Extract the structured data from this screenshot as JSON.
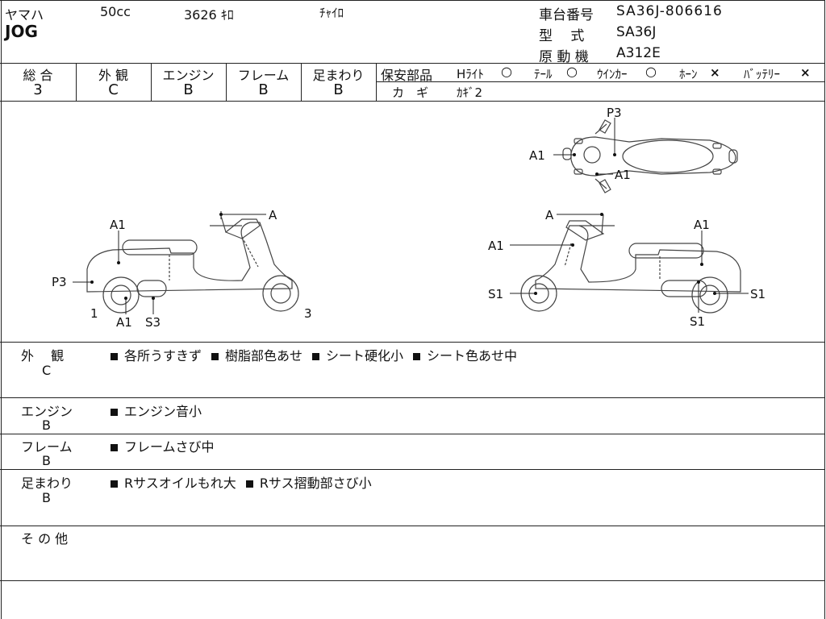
{
  "header": {
    "maker": "ヤマハ",
    "displacement": "50cc",
    "mileage": "3626 ｷﾛ",
    "color": "ﾁｬｲﾛ",
    "model": "JOG",
    "chassis_label": "車台番号",
    "chassis_value": "SA36J-806616",
    "type_label": "型　 式",
    "type_value": "SA36J",
    "engine_label": "原 動 機",
    "engine_value": "A312E"
  },
  "ratings": {
    "overall_label": "総 合",
    "overall_value": "3",
    "exterior_label": "外 観",
    "exterior_value": "C",
    "engine_label": "エンジン",
    "engine_value": "B",
    "frame_label": "フレーム",
    "frame_value": "B",
    "suspension_label": "足まわり",
    "suspension_value": "B"
  },
  "safety": {
    "label": "保安部品",
    "headlight_label": "Hﾗｲﾄ",
    "headlight_status": "○",
    "tail_label": "ﾃｰﾙ",
    "tail_status": "○",
    "winker_label": "ｳｲﾝｶｰ",
    "winker_status": "○",
    "horn_label": "ﾎｰﾝ",
    "horn_status": "×",
    "battery_label": "ﾊﾞｯﾃﾘｰ",
    "battery_status": "×",
    "key_label": "カ　ギ",
    "key_value": "ｶｷﾞ2"
  },
  "diagram": {
    "left_labels": [
      "A1",
      "P3",
      "1",
      "A1",
      "S3",
      "A",
      "3"
    ],
    "right_labels": [
      "A",
      "A1",
      "S1",
      "A1",
      "S1",
      "S1"
    ],
    "top_labels": [
      "P3",
      "A1",
      "A1"
    ]
  },
  "remarks": [
    {
      "category": "外　 観",
      "grade": "C",
      "items": [
        "各所うすきず",
        "樹脂部色あせ",
        "シート硬化小",
        "シート色あせ中"
      ]
    },
    {
      "category": "エンジン",
      "grade": "B",
      "items": [
        "エンジン音小"
      ]
    },
    {
      "category": "フレーム",
      "grade": "B",
      "items": [
        "フレームさび中"
      ]
    },
    {
      "category": "足まわり",
      "grade": "B",
      "items": [
        "Rサスオイルもれ大",
        "Rサス摺動部さび小"
      ]
    },
    {
      "category": "そ の 他",
      "grade": "",
      "items": []
    }
  ]
}
